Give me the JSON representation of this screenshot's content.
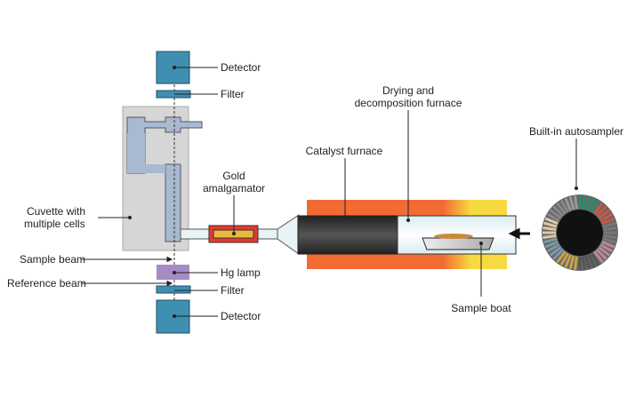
{
  "labels": {
    "detector_top": "Detector",
    "filter_top": "Filter",
    "cuvette_line1": "Cuvette with",
    "cuvette_line2": "multiple cells",
    "sample_beam": "Sample beam",
    "reference_beam": "Reference beam",
    "hg_lamp": "Hg lamp",
    "filter_bottom": "Filter",
    "detector_bottom": "Detector",
    "gold_line1": "Gold",
    "gold_line2": "amalgamator",
    "catalyst_furnace": "Catalyst furnace",
    "drying_line1": "Drying and",
    "drying_line2": "decomposition furnace",
    "autosampler": "Built-in autosampler",
    "sample_boat": "Sample boat"
  },
  "colors": {
    "detector": "#3f8fb0",
    "hg_lamp": "#a58cc4",
    "cuvette_block": "#d4d4d4",
    "cell": "#a9b9cf",
    "amalgamator_outer": "#e53a2e",
    "amalgamator_inner": "#e8b940",
    "furnace_orange": "#f26b33",
    "furnace_yellow": "#f7d940",
    "catalyst_tube": "#333333"
  }
}
